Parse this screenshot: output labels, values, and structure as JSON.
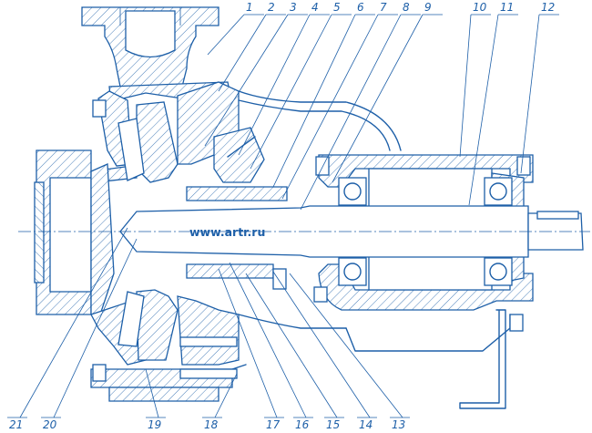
{
  "watermark": "www.artr.ru",
  "part_numbers": {
    "top": [
      "1",
      "2",
      "3",
      "4",
      "5",
      "6",
      "7",
      "8",
      "9",
      "10",
      "11",
      "12"
    ],
    "bottom": [
      "21",
      "20",
      "19",
      "18",
      "17",
      "16",
      "15",
      "14",
      "13"
    ]
  },
  "colors": {
    "line": "#1d5fa8",
    "background": "#ffffff"
  }
}
